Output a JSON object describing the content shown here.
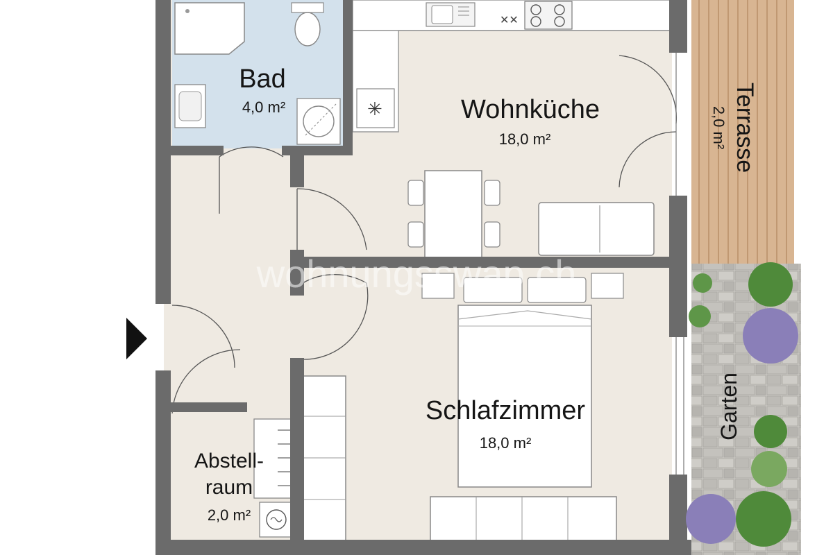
{
  "rooms": {
    "bad": {
      "name": "Bad",
      "area": "4,0 m²"
    },
    "wohnkueche": {
      "name": "Wohnküche",
      "area": "18,0 m²"
    },
    "schlafzimmer": {
      "name": "Schlafzimmer",
      "area": "18,0 m²"
    },
    "abstellraum": {
      "name_line1": "Abstell-",
      "name_line2": "raum",
      "area": "2,0 m²"
    },
    "terrasse": {
      "name": "Terrasse",
      "area": "2,0 m²"
    },
    "garten": {
      "name": "Garten"
    }
  },
  "watermark": "wohnungsswap.ch",
  "colors": {
    "floor": "#efeae2",
    "bathroom_floor": "#d3e1ec",
    "wall": "#6b6b6b",
    "terrace_wood": "#d8b592",
    "garden_paving": "#c4c2bd",
    "plant_green": "#4f8a3a",
    "plant_lavender": "#8a7fb8"
  },
  "icons": {
    "entrance": "entrance-arrow-icon",
    "stove": "stove-icon",
    "sink": "sink-icon",
    "toilet": "toilet-icon",
    "shower": "shower-icon",
    "washing_machine": "washing-machine-icon",
    "dishwasher": "dishwasher-icon",
    "fridge": "fridge-icon"
  }
}
